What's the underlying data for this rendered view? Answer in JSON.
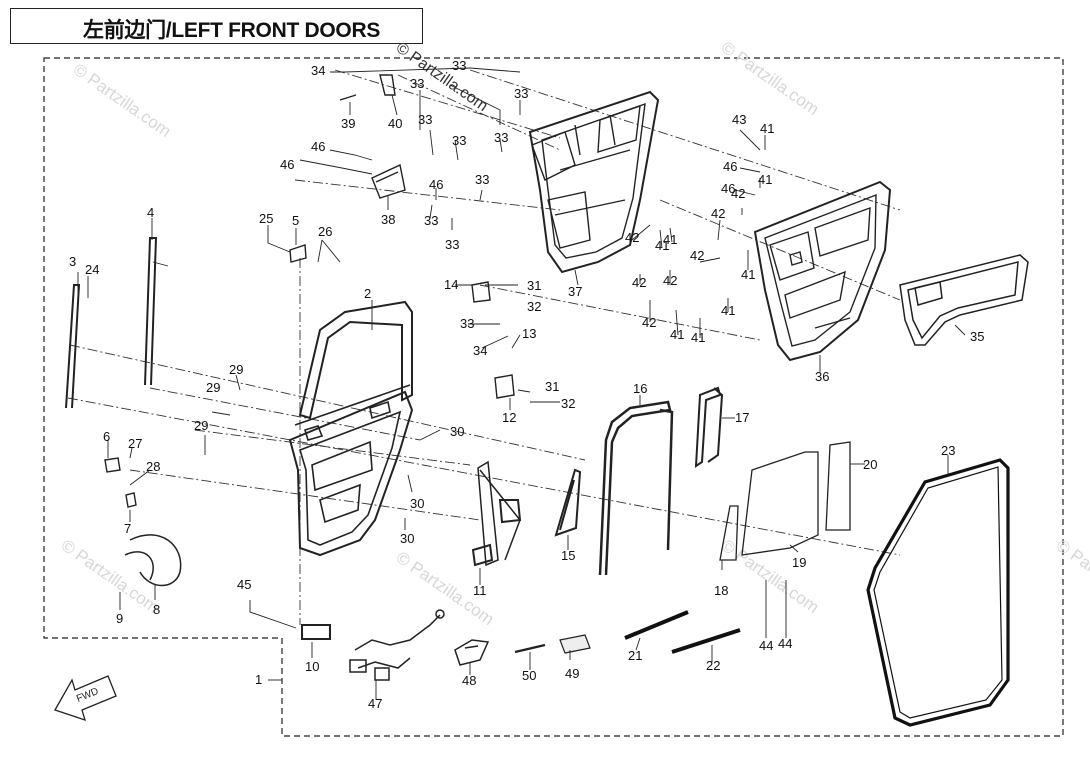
{
  "title": "左前边门/LEFT FRONT DOORS",
  "watermark": "© Partzilla.com",
  "fwd_label": "FWD",
  "colors": {
    "line": "#222222",
    "watermark": "#d7d7d7",
    "background": "#ffffff"
  },
  "callouts": [
    "1",
    "2",
    "3",
    "4",
    "5",
    "6",
    "7",
    "8",
    "9",
    "10",
    "11",
    "12",
    "13",
    "14",
    "15",
    "16",
    "17",
    "18",
    "19",
    "20",
    "21",
    "22",
    "23",
    "24",
    "25",
    "26",
    "27",
    "28",
    "29",
    "30",
    "31",
    "32",
    "33",
    "34",
    "35",
    "36",
    "37",
    "38",
    "39",
    "40",
    "41",
    "42",
    "43",
    "44",
    "45",
    "46",
    "47",
    "48",
    "49",
    "50"
  ]
}
